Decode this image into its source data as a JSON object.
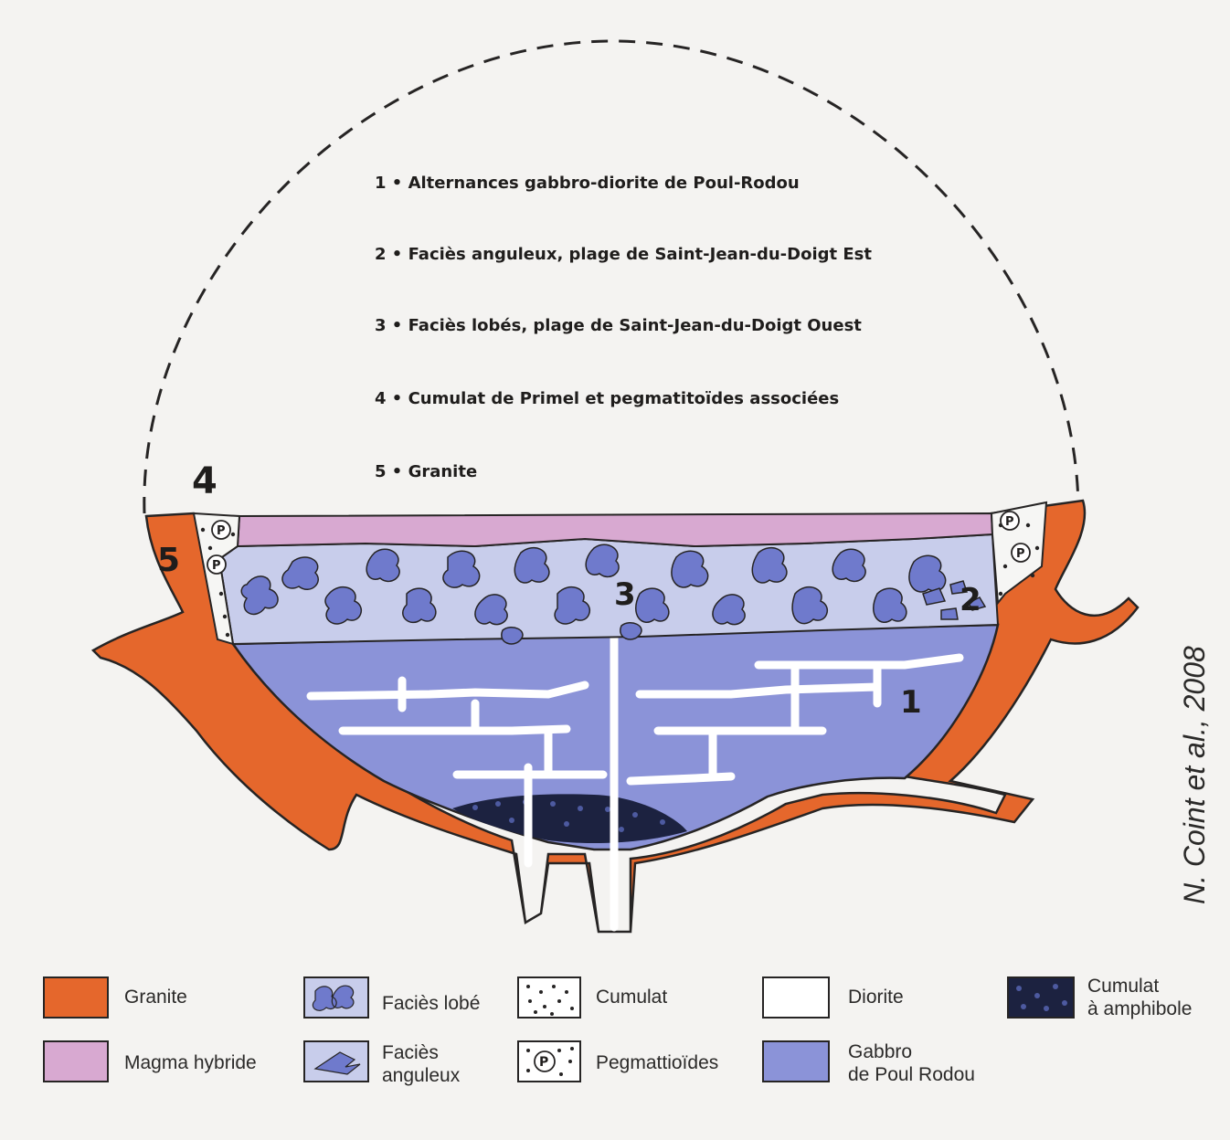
{
  "diagram": {
    "numbered_items": [
      {
        "text": "1 • Alternances gabbro-diorite de Poul-Rodou"
      },
      {
        "text": "2 • Faciès anguleux, plage de Saint-Jean-du-Doigt Est"
      },
      {
        "text": "3 • Faciès lobés, plage de Saint-Jean-du-Doigt Ouest"
      },
      {
        "text": "4 • Cumulat de Primel et pegmatitoïdes associées"
      },
      {
        "text": "5 • Granite"
      }
    ],
    "zone_labels": {
      "z1": "1",
      "z2": "2",
      "z3": "3",
      "z4": "4",
      "z5": "5",
      "pegmatite_marker": "P"
    },
    "credit": "N. Coint et al., 2008",
    "colors": {
      "granite": "#e5672c",
      "hybrid_magma": "#d8a9d1",
      "lobe_matrix": "#c8cdeb",
      "lobe": "#6f7acc",
      "gabbro": "#8b93d8",
      "diorite": "#ffffff",
      "amphibole_cumulate": "#1c2240",
      "outline": "#262424"
    }
  },
  "legend": {
    "items": [
      {
        "key": "granite",
        "label": "Granite"
      },
      {
        "key": "lobe",
        "label": "Faciès lobé"
      },
      {
        "key": "cumulat",
        "label": "Cumulat"
      },
      {
        "key": "diorite",
        "label": "Diorite"
      },
      {
        "key": "amph",
        "label_line1": "Cumulat",
        "label_line2": "à amphibole"
      },
      {
        "key": "magma",
        "label": "Magma hybride"
      },
      {
        "key": "angular",
        "label_line1": "Faciès",
        "label_line2": "anguleux"
      },
      {
        "key": "pegma",
        "label": "Pegmattioïdes"
      },
      {
        "key": "gabbro",
        "label_line1": "Gabbro",
        "label_line2": "de Poul Rodou"
      }
    ]
  }
}
